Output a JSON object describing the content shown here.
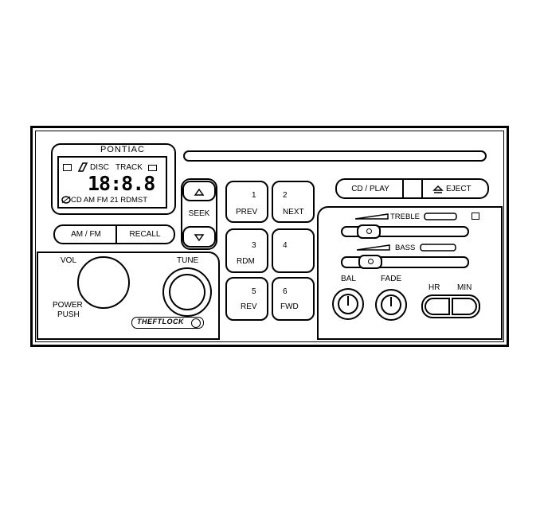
{
  "brand": "PONTIAC",
  "display": {
    "disc": "DISC",
    "track": "TRACK",
    "digits": "18:8.8",
    "indicators": "CD  AM FM 21  RDMST"
  },
  "seek": {
    "label": "SEEK"
  },
  "presets": [
    {
      "number": "1",
      "label": "PREV"
    },
    {
      "number": "2",
      "label": "NEXT"
    },
    {
      "number": "3",
      "label": "RDM"
    },
    {
      "number": "4",
      "label": ""
    },
    {
      "number": "5",
      "label": "REV"
    },
    {
      "number": "6",
      "label": "FWD"
    }
  ],
  "band": {
    "am_fm": "AM / FM",
    "recall": "RECALL"
  },
  "cd": {
    "play": "CD / PLAY",
    "eject": "EJECT"
  },
  "audio": {
    "treble": "TREBLE",
    "bass": "BASS",
    "bal": "BAL",
    "fade": "FADE"
  },
  "clock": {
    "hr": "HR",
    "min": "MIN"
  },
  "knobs": {
    "vol": "VOL",
    "power": "POWER",
    "push": "PUSH",
    "tune": "TUNE"
  },
  "theftlock": "THEFTLOCK"
}
